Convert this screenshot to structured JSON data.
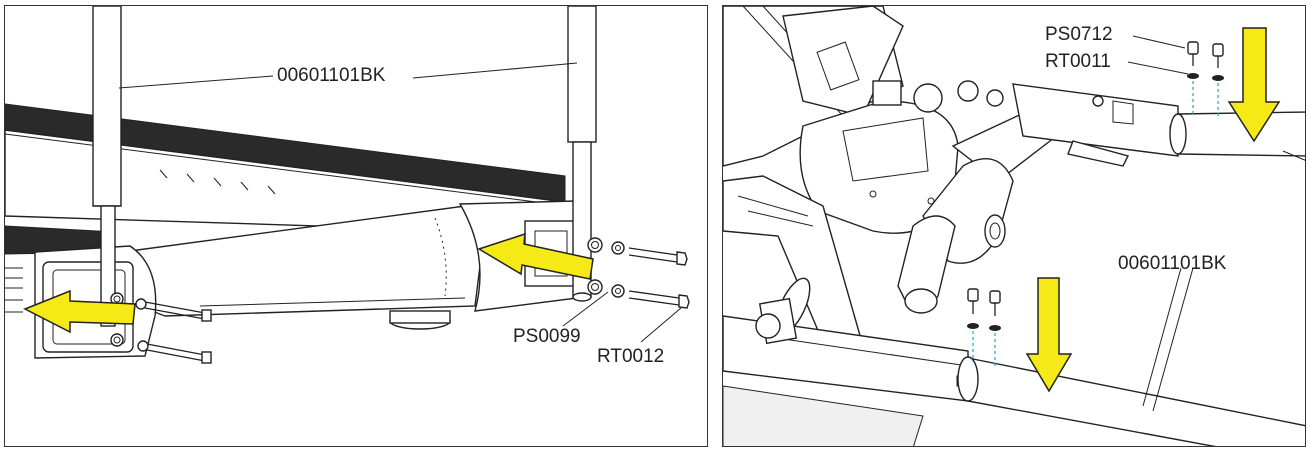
{
  "colors": {
    "arrow_fill": "#f5ea15",
    "line": "#222222",
    "guide": "#1aa6d8",
    "panel_border": "#333333"
  },
  "left_panel": {
    "labels": {
      "upright_tube": "00601101BK",
      "bolt": "PS0099",
      "washer": "RT0012"
    }
  },
  "right_panel": {
    "labels": {
      "screw": "PS0712",
      "washer": "RT0011",
      "tube": "00601101BK"
    }
  },
  "icons": {
    "left_arrows": "arrow-left-icon",
    "right_arrows": "arrow-down-icon"
  }
}
